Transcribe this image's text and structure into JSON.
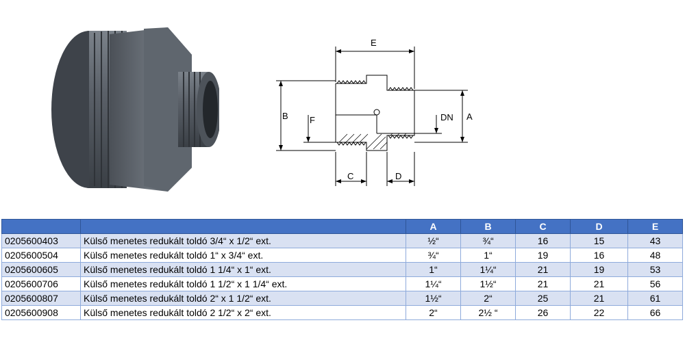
{
  "diagram_labels": {
    "A": "A",
    "B": "B",
    "C": "C",
    "D": "D",
    "E": "E",
    "F": "F",
    "DN": "DN"
  },
  "table": {
    "headers": [
      "",
      "",
      "A",
      "B",
      "C",
      "D",
      "E"
    ],
    "rows": [
      [
        "0205600403",
        "Külső menetes redukált toldó 3/4“ x 1/2“ ext.",
        "½“",
        "¾“",
        "16",
        "15",
        "43"
      ],
      [
        "0205600504",
        "Külső menetes redukált toldó 1“ x 3/4“ ext.",
        "¾“",
        "1“",
        "19",
        "16",
        "48"
      ],
      [
        "0205600605",
        "Külső menetes redukált toldó 1 1/4“ x 1“ ext.",
        "1“",
        "1¼“",
        "21",
        "19",
        "53"
      ],
      [
        "0205600706",
        "Külső menetes redukált toldó 1 1/2“ x 1 1/4“ ext.",
        "1¼“",
        "1½“",
        "21",
        "21",
        "56"
      ],
      [
        "0205600807",
        "Külső menetes redukált toldó 2“ x 1 1/2“ ext.",
        "1½“",
        "2“",
        "25",
        "21",
        "61"
      ],
      [
        "0205600908",
        "Külső menetes redukált toldó 2 1/2“ x 2“ ext.",
        "2“",
        "2½ “",
        "26",
        "22",
        "66"
      ]
    ]
  },
  "colors": {
    "header_bg": "#4472c4",
    "row_alt": "#d9e1f2",
    "pvc_gray": "#5a6068"
  }
}
